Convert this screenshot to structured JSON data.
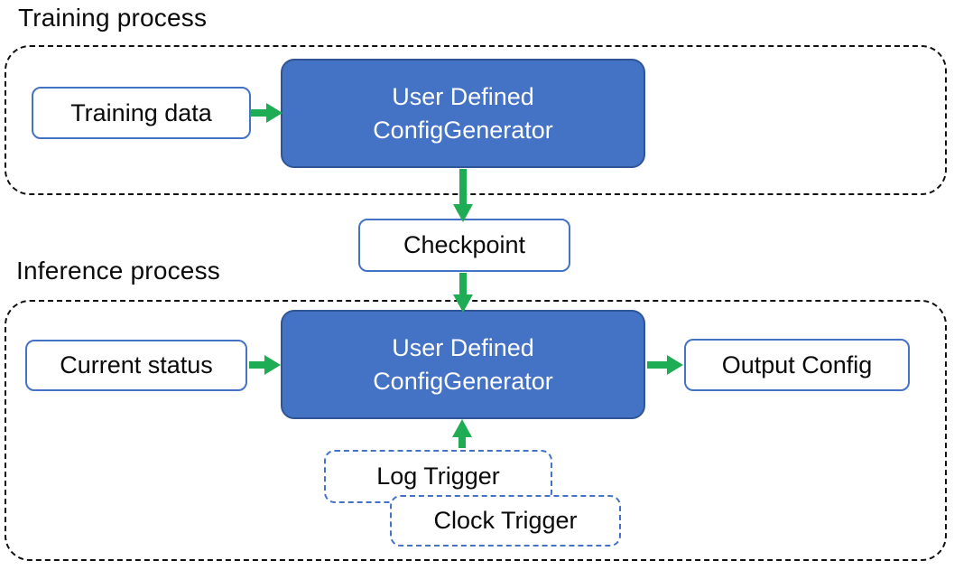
{
  "colors": {
    "generator_fill": "#4472C4",
    "generator_border": "#2F5597",
    "io_box_border": "#4472C4",
    "trigger_border": "#4472C4",
    "arrow_green": "#1EAD55",
    "container_dash": "#111111",
    "text_dark": "#0A0A0A",
    "text_light": "#FFFFFF"
  },
  "training": {
    "section_label": "Training process",
    "input_box": "Training data",
    "generator": {
      "line1": "User Defined",
      "line2": "ConfigGenerator"
    }
  },
  "checkpoint_box": "Checkpoint",
  "inference": {
    "section_label": "Inference process",
    "input_box": "Current status",
    "generator": {
      "line1": "User Defined",
      "line2": "ConfigGenerator"
    },
    "output_box": "Output Config",
    "triggers": {
      "log": "Log Trigger",
      "clock": "Clock Trigger"
    }
  }
}
